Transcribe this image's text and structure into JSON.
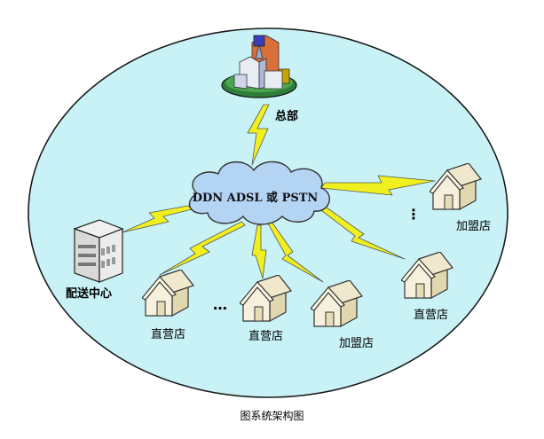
{
  "network": {
    "label": "DDN ADSL 或 PSTN"
  },
  "nodes": {
    "headquarters": "总部",
    "distribution_center": "配送中心",
    "direct_store_1": "直营店",
    "direct_store_2": "直营店",
    "direct_store_3": "直营店",
    "franchise_store_1": "加盟店",
    "franchise_store_2": "加盟店"
  },
  "ellipsis": "…",
  "vertical_ellipsis": "⋮",
  "caption": "图系统架构图",
  "colors": {
    "ellipse_fill": "#c8f2f6",
    "cloud_fill": "#b4d4f4",
    "lightning": "#f0f020",
    "house_wall": "#f3ecd2",
    "house_roof": "#e9e2c4"
  }
}
